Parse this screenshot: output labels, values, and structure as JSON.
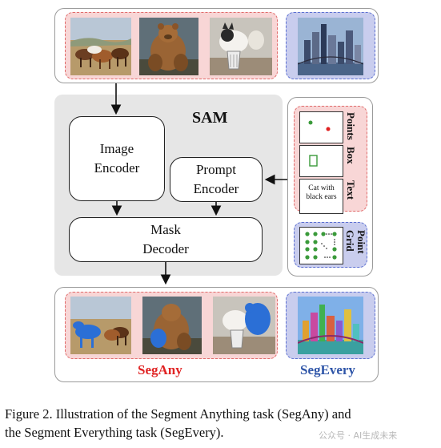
{
  "sam": {
    "title": "SAM"
  },
  "modules": {
    "image_encoder": [
      "Image",
      "Encoder"
    ],
    "prompt_encoder": [
      "Prompt",
      "Encoder"
    ],
    "mask_decoder": [
      "Mask",
      "Decoder"
    ]
  },
  "prompts": {
    "points": "Points",
    "box": "Box",
    "text": "Text",
    "text_example": [
      "Cat with",
      "black ears"
    ],
    "point_grid": [
      "Point",
      "Grid"
    ]
  },
  "outputs": {
    "segany": "SegAny",
    "segevery": "SegEvery"
  },
  "caption": [
    "Figure 2. Illustration of the Segment Anything task (SegAny) and",
    "the Segment Everything task (SegEvery)."
  ],
  "watermark": "公众号 · AI生成未来",
  "colors": {
    "segany_label": "#e02424",
    "segevery_label": "#2e55a8",
    "pink_fill": "#f8d6d6",
    "blue_fill": "#c9cdee",
    "sam_fill": "#e6e6e6",
    "point_green": "#3a9a3a",
    "point_red": "#e02020"
  }
}
